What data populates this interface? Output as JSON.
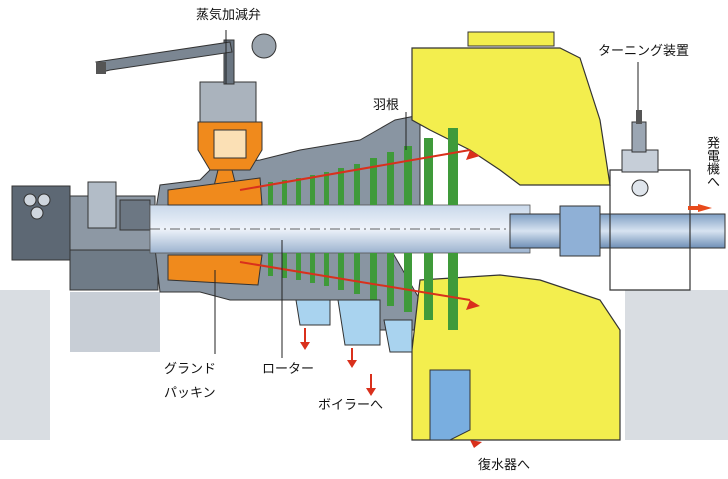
{
  "labels": {
    "steam_control_valve": "蒸気加減弁",
    "turning_device": "ターニング装置",
    "blades": "羽根",
    "to_generator": "発電機へ",
    "gland_packing_line1": "グランド",
    "gland_packing_line2": "パッキン",
    "rotor": "ローター",
    "to_boiler": "ボイラーへ",
    "to_condenser": "復水器へ"
  },
  "colors": {
    "casing_yellow": "#f3ee4e",
    "rotor_blue": "#9fb8d8",
    "casing_gray": "#7a8794",
    "steam_orange": "#f08a1c",
    "blade_green": "#3f9a3a",
    "flow_arrow_red": "#d9301c"
  }
}
